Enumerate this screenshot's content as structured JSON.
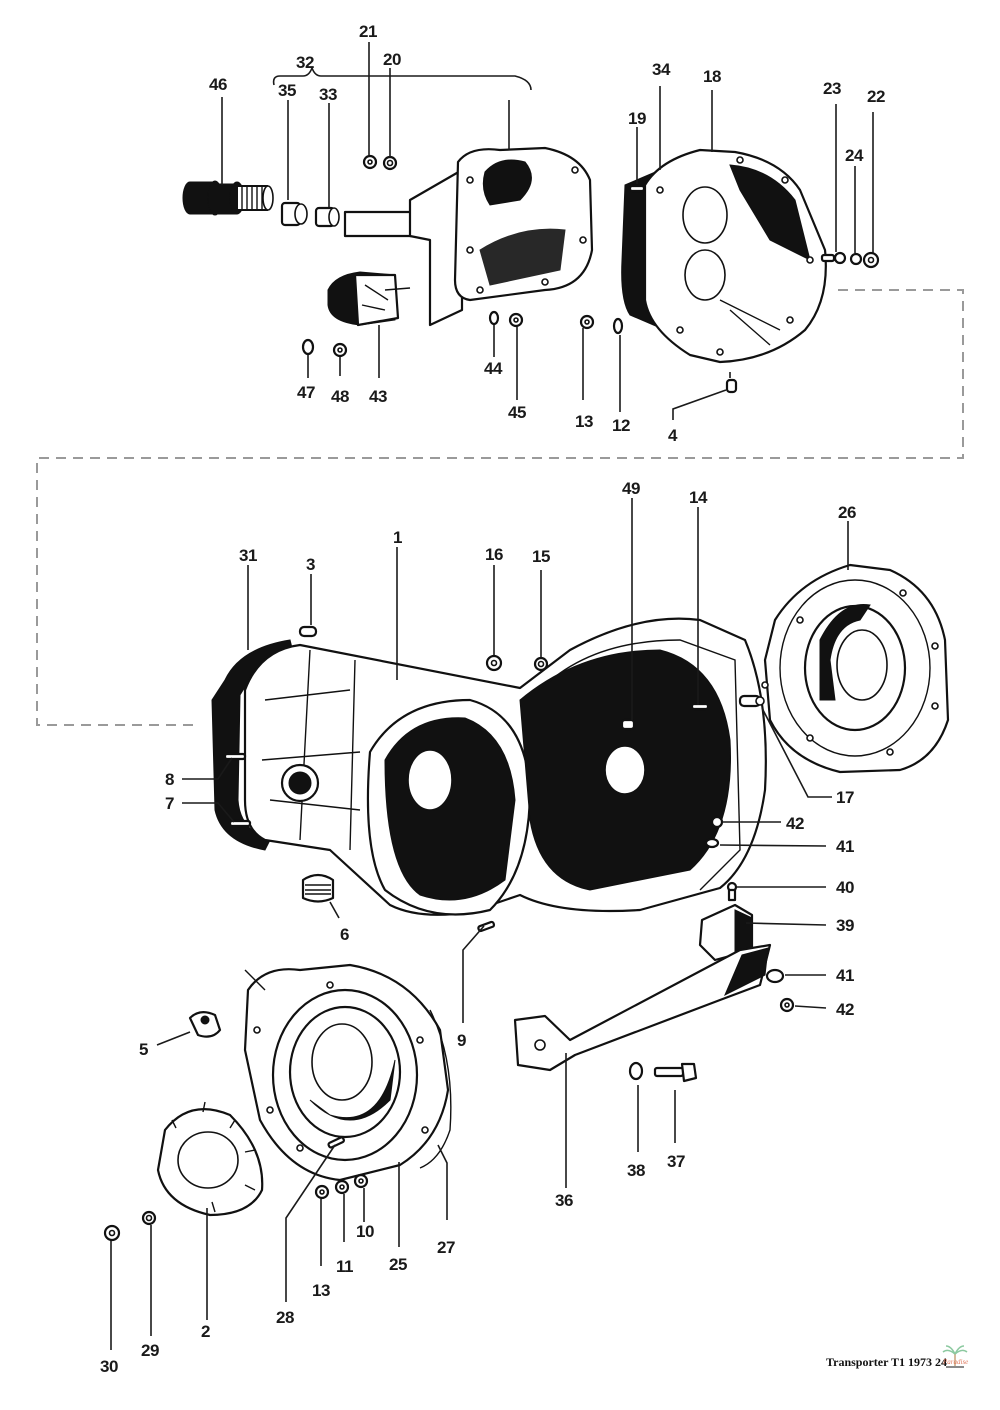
{
  "diagram": {
    "title": "Transmission housing exploded view",
    "footer": "Transporter T1 1973 24",
    "logo": "palm-tree-logo",
    "callouts": [
      {
        "id": "46",
        "label": "46"
      },
      {
        "id": "32",
        "label": "32"
      },
      {
        "id": "35",
        "label": "35"
      },
      {
        "id": "33",
        "label": "33"
      },
      {
        "id": "21",
        "label": "21"
      },
      {
        "id": "20",
        "label": "20"
      },
      {
        "id": "34",
        "label": "34"
      },
      {
        "id": "18",
        "label": "18"
      },
      {
        "id": "19",
        "label": "19"
      },
      {
        "id": "23",
        "label": "23"
      },
      {
        "id": "22",
        "label": "22"
      },
      {
        "id": "24",
        "label": "24"
      },
      {
        "id": "47",
        "label": "47"
      },
      {
        "id": "48",
        "label": "48"
      },
      {
        "id": "43",
        "label": "43"
      },
      {
        "id": "44",
        "label": "44"
      },
      {
        "id": "45",
        "label": "45"
      },
      {
        "id": "13a",
        "label": "13"
      },
      {
        "id": "12",
        "label": "12"
      },
      {
        "id": "4",
        "label": "4"
      },
      {
        "id": "49",
        "label": "49"
      },
      {
        "id": "14",
        "label": "14"
      },
      {
        "id": "26",
        "label": "26"
      },
      {
        "id": "31",
        "label": "31"
      },
      {
        "id": "3",
        "label": "3"
      },
      {
        "id": "1",
        "label": "1"
      },
      {
        "id": "16",
        "label": "16"
      },
      {
        "id": "15",
        "label": "15"
      },
      {
        "id": "8",
        "label": "8"
      },
      {
        "id": "7",
        "label": "7"
      },
      {
        "id": "17",
        "label": "17"
      },
      {
        "id": "42a",
        "label": "42"
      },
      {
        "id": "41a",
        "label": "41"
      },
      {
        "id": "40",
        "label": "40"
      },
      {
        "id": "39",
        "label": "39"
      },
      {
        "id": "41b",
        "label": "41"
      },
      {
        "id": "42b",
        "label": "42"
      },
      {
        "id": "6",
        "label": "6"
      },
      {
        "id": "9",
        "label": "9"
      },
      {
        "id": "5",
        "label": "5"
      },
      {
        "id": "36",
        "label": "36"
      },
      {
        "id": "38",
        "label": "38"
      },
      {
        "id": "37",
        "label": "37"
      },
      {
        "id": "2",
        "label": "2"
      },
      {
        "id": "28",
        "label": "28"
      },
      {
        "id": "13b",
        "label": "13"
      },
      {
        "id": "11",
        "label": "11"
      },
      {
        "id": "10",
        "label": "10"
      },
      {
        "id": "25",
        "label": "25"
      },
      {
        "id": "27",
        "label": "27"
      },
      {
        "id": "30",
        "label": "30"
      },
      {
        "id": "29",
        "label": "29"
      }
    ]
  }
}
